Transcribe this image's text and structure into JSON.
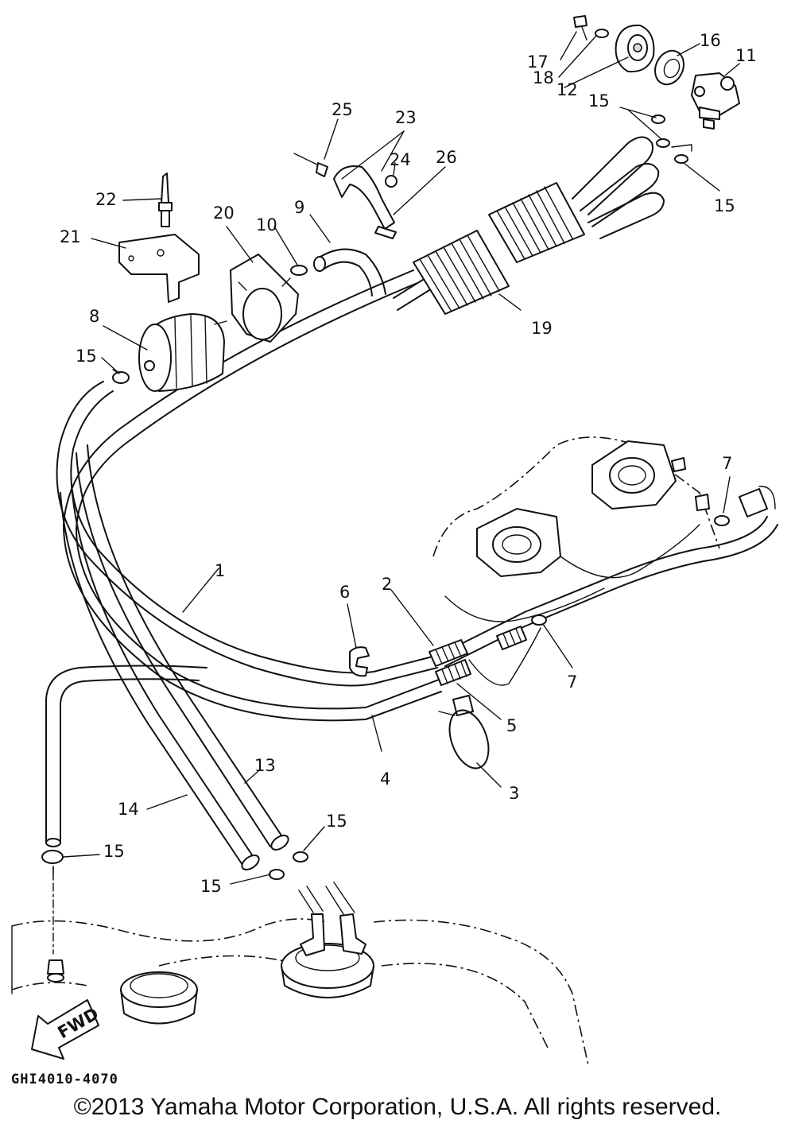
{
  "diagram": {
    "reference_code": "GHI4010-4070",
    "copyright": "©2013 Yamaha Motor Corporation, U.S.A. All rights reserved.",
    "fwd_label": "FWD",
    "callouts": [
      "1",
      "2",
      "3",
      "4",
      "5",
      "6",
      "7",
      "8",
      "9",
      "10",
      "11",
      "12",
      "13",
      "14",
      "15",
      "16",
      "17",
      "18",
      "19",
      "20",
      "21",
      "22",
      "23",
      "24",
      "25",
      "26"
    ]
  }
}
